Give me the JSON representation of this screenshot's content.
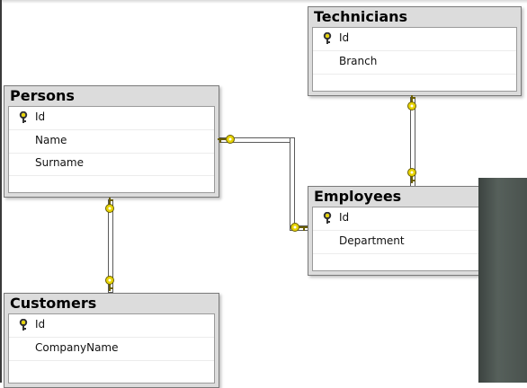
{
  "diagram": {
    "tables": [
      {
        "name": "Technicians",
        "columns": [
          {
            "name": "Id",
            "key": true
          },
          {
            "name": "Branch",
            "key": false
          }
        ]
      },
      {
        "name": "Persons",
        "columns": [
          {
            "name": "Id",
            "key": true
          },
          {
            "name": "Name",
            "key": false
          },
          {
            "name": "Surname",
            "key": false
          }
        ]
      },
      {
        "name": "Employees",
        "columns": [
          {
            "name": "Id",
            "key": true
          },
          {
            "name": "Department",
            "key": false
          }
        ]
      },
      {
        "name": "Customers",
        "columns": [
          {
            "name": "Id",
            "key": true
          },
          {
            "name": "CompanyName",
            "key": false
          }
        ]
      }
    ],
    "relationships": [
      {
        "from": "Persons",
        "to": "Employees",
        "type": "one-to-one"
      },
      {
        "from": "Persons",
        "to": "Customers",
        "type": "one-to-one"
      },
      {
        "from": "Technicians",
        "to": "Employees",
        "type": "one-to-one"
      }
    ],
    "colors": {
      "key": "#e8d400",
      "title_bar": "#dcdcdc"
    }
  }
}
